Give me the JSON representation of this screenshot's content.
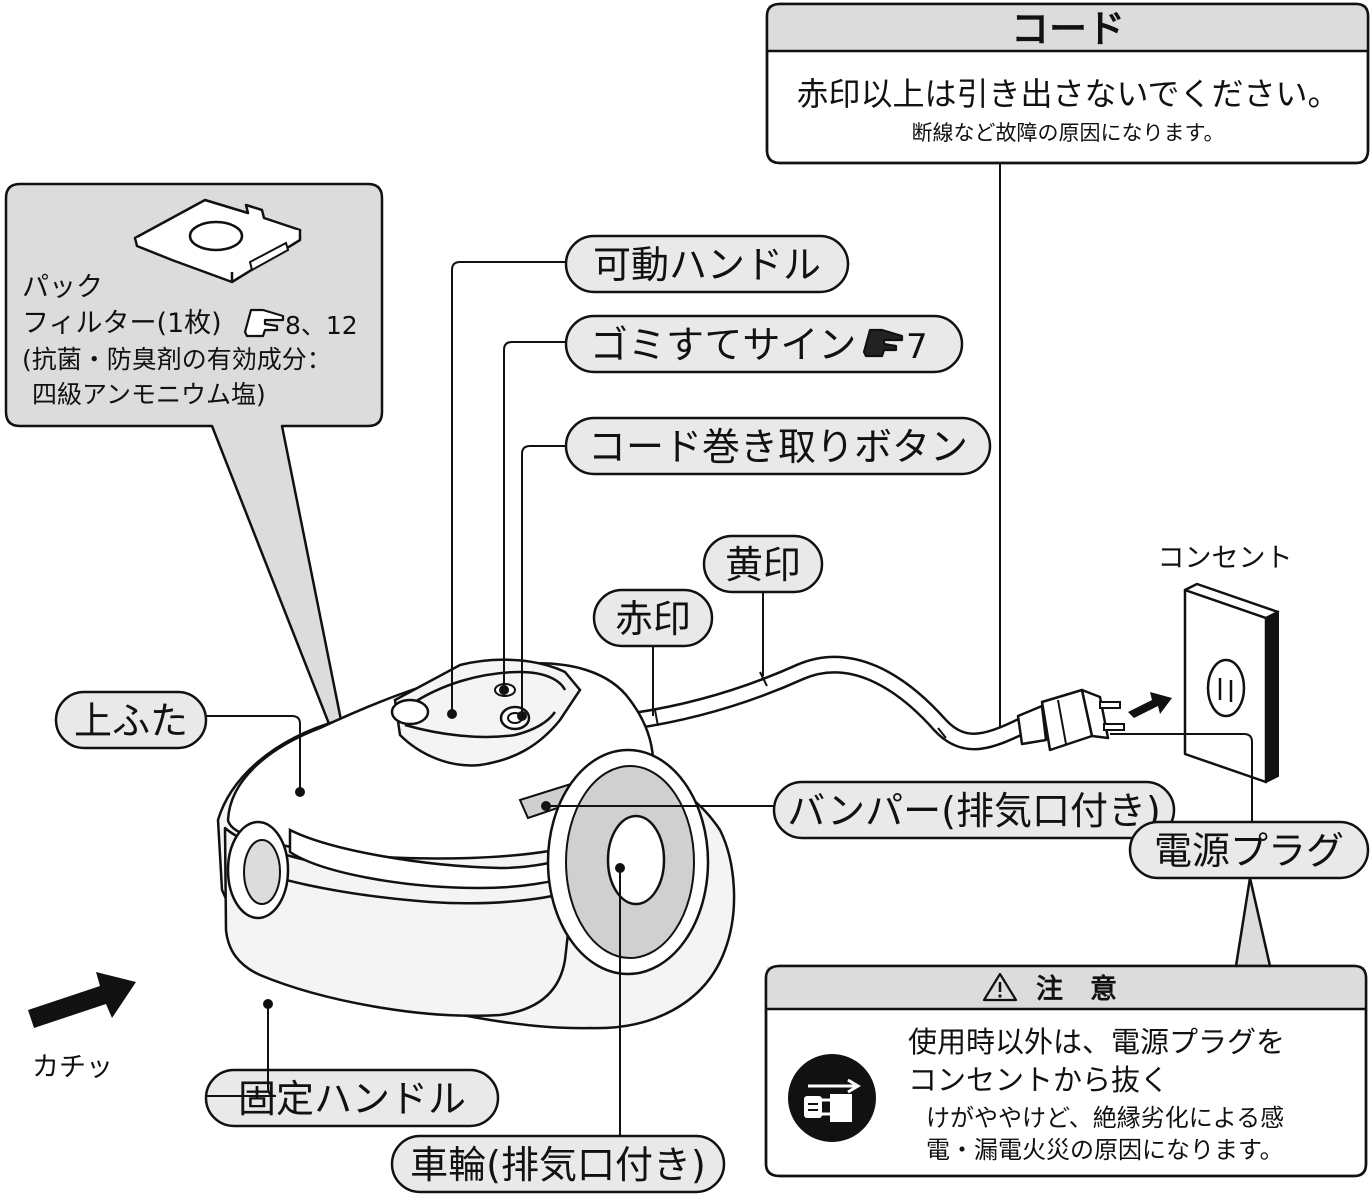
{
  "labels": {
    "movable_handle": "可動ハンドル",
    "dust_sign": "ゴミすてサイン",
    "dust_sign_ref": "7",
    "cord_rewind_button": "コード巻き取りボタン",
    "yellow_mark": "黄印",
    "red_mark": "赤印",
    "top_lid": "上ふた",
    "bumper": "バンパー(排気口付き)",
    "fixed_handle": "固定ハンドル",
    "wheel": "車輪(排気口付き)",
    "power_plug": "電源プラグ",
    "outlet": "コンセント",
    "click": "カチッ"
  },
  "cord_box": {
    "title": "コード",
    "line1": "赤印以上は引き出さないでください。",
    "line2": "断線など故障の原因になります。"
  },
  "filter_box": {
    "line1": "パック",
    "line2": "フィルター(1枚)",
    "ref": "8、12",
    "line3": "(抗菌・防臭剤の有効成分：",
    "line4": "四級アンモニウム塩)"
  },
  "caution_box": {
    "title": "注　意",
    "main1": "使用時以外は、電源プラグを",
    "main2": "コンセントから抜く",
    "sub1": "けがややけど、絶縁劣化による感",
    "sub2": "電・漏電火災の原因になります。"
  },
  "icons": {
    "pointing_hand": "pointing-hand-icon",
    "warning": "warning-triangle-icon",
    "unplug": "unplug-icon",
    "arrow": "arrow-icon"
  },
  "colors": {
    "callout_fill": "#dcdcdc",
    "pill_fill": "#e9e9e9",
    "ink": "#111111"
  }
}
